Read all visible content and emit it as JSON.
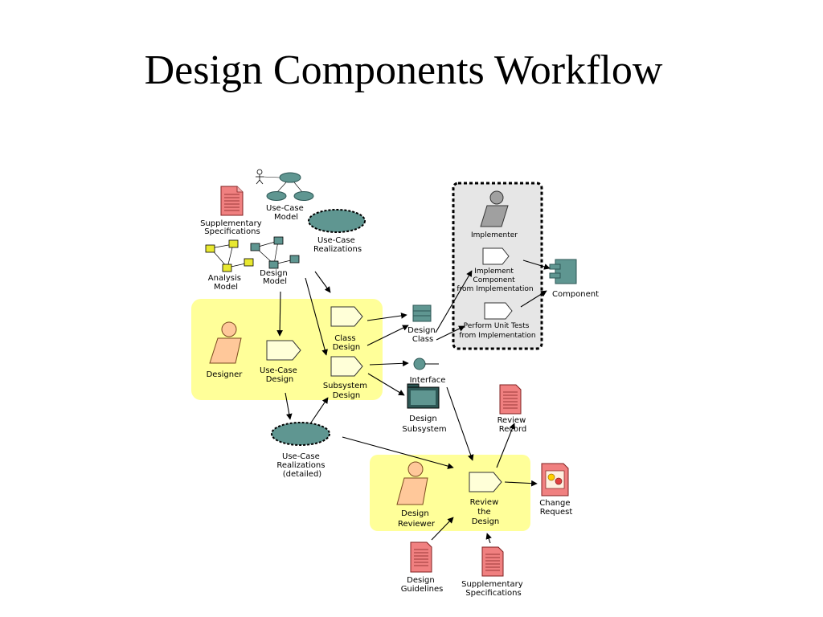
{
  "slide": {
    "title": "Design Components Workflow"
  },
  "artifacts": {
    "supp_spec_top": [
      "Supplementary",
      "Specifications"
    ],
    "use_case_model": [
      "Use-Case",
      "Model"
    ],
    "use_case_realizations": [
      "Use-Case",
      "Realizations"
    ],
    "analysis_model": [
      "Analysis",
      "Model"
    ],
    "design_model": [
      "Design",
      "Model"
    ],
    "design_class": [
      "Design",
      "Class"
    ],
    "interface": [
      "Interface"
    ],
    "design_subsystem": [
      "Design",
      "Subsystem"
    ],
    "uc_realizations_detailed": [
      "Use-Case",
      "Realizations",
      "(detailed)"
    ],
    "component": [
      "Component"
    ],
    "review_record": [
      "Review",
      "Record"
    ],
    "change_request": [
      "Change",
      "Request"
    ],
    "design_guidelines": [
      "Design",
      "Guidelines"
    ],
    "supp_spec_bottom": [
      "Supplementary",
      "Specifications"
    ]
  },
  "workers": {
    "designer": [
      "Designer"
    ],
    "implementer": [
      "Implementer"
    ],
    "design_reviewer": [
      "Design",
      "Reviewer"
    ]
  },
  "activities": {
    "use_case_design": [
      "Use-Case",
      "Design"
    ],
    "class_design": [
      "Class",
      "Design"
    ],
    "subsystem_design": [
      "Subsystem",
      "Design"
    ],
    "implement_component": [
      "Implement",
      "Component",
      "from Implementation"
    ],
    "perform_unit_tests": [
      "Perform Unit Tests",
      "from Implementation"
    ],
    "review_the_design": [
      "Review",
      "the",
      "Design"
    ]
  },
  "colors": {
    "swimlane_yellow": "#ffff99",
    "implementation_box": "#e6e6e6",
    "teal": "#5f9691",
    "teal_dark": "#2d5755",
    "document_pink": "#f08080",
    "worker_orange": "#ffc89a",
    "worker_gray": "#a0a0a0",
    "activity_fill": "#ffffd8"
  }
}
